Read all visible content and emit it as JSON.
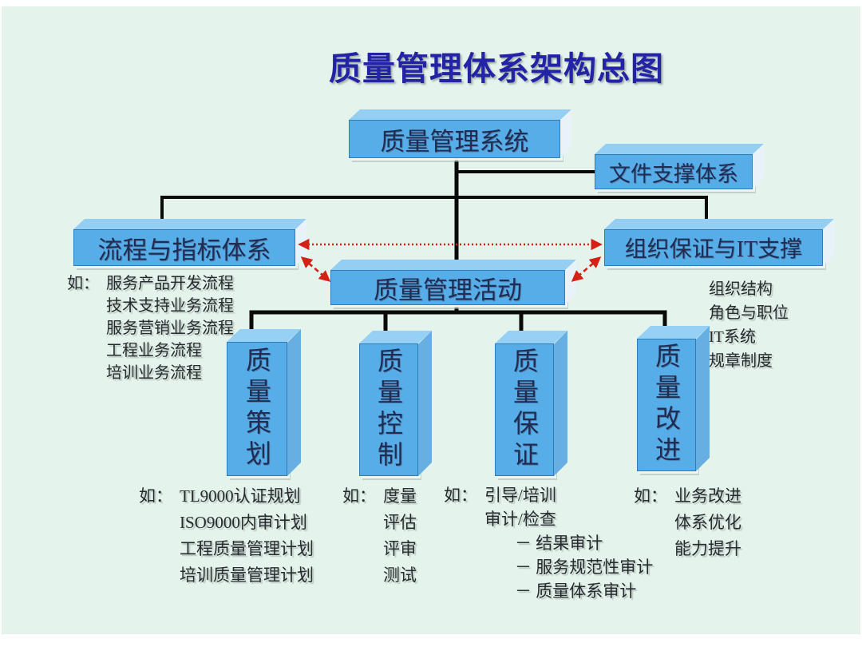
{
  "title": "质量管理体系架构总图",
  "boxes": {
    "system": "质量管理系统",
    "document_support": "文件支撑体系",
    "process_index": "流程与指标体系",
    "org_it": "组织保证与IT支撑",
    "activity": "质量管理活动",
    "planning": "质量策划",
    "control": "质量控制",
    "assurance": "质量保证",
    "improvement": "质量改进"
  },
  "notes": {
    "process": {
      "prefix": "如：",
      "items": [
        "服务产品开发流程",
        "技术支持业务流程",
        "服务营销业务流程",
        "工程业务流程",
        "培训业务流程"
      ]
    },
    "org": {
      "items": [
        "组织结构",
        "角色与职位",
        "IT系统",
        "规章制度"
      ]
    },
    "planning": {
      "prefix": "如：",
      "items": [
        "TL9000认证规划",
        "ISO9000内审计划",
        "工程质量管理计划",
        "培训质量管理计划"
      ]
    },
    "control": {
      "prefix": "如：",
      "items": [
        "度量",
        "评估",
        "评审",
        "测试"
      ]
    },
    "assurance": {
      "prefix": "如：",
      "items": [
        "引导/培训",
        "审计/检查",
        "－ 结果审计",
        "－ 服务规范性审计",
        "－ 质量体系审计"
      ]
    },
    "improvement": {
      "prefix": "如：",
      "items": [
        "业务改进",
        "体系优化",
        "能力提升"
      ]
    }
  },
  "colors": {
    "background": "#e4f3eb",
    "box_front": "#57ade7",
    "box_top": "#94cff3",
    "box_side_bar": "#e9f2f8",
    "box_side_pillar": "#67afe2",
    "title_text": "#2323a5",
    "connector": "#0a0a0a",
    "relation_arrow": "#d42015"
  }
}
